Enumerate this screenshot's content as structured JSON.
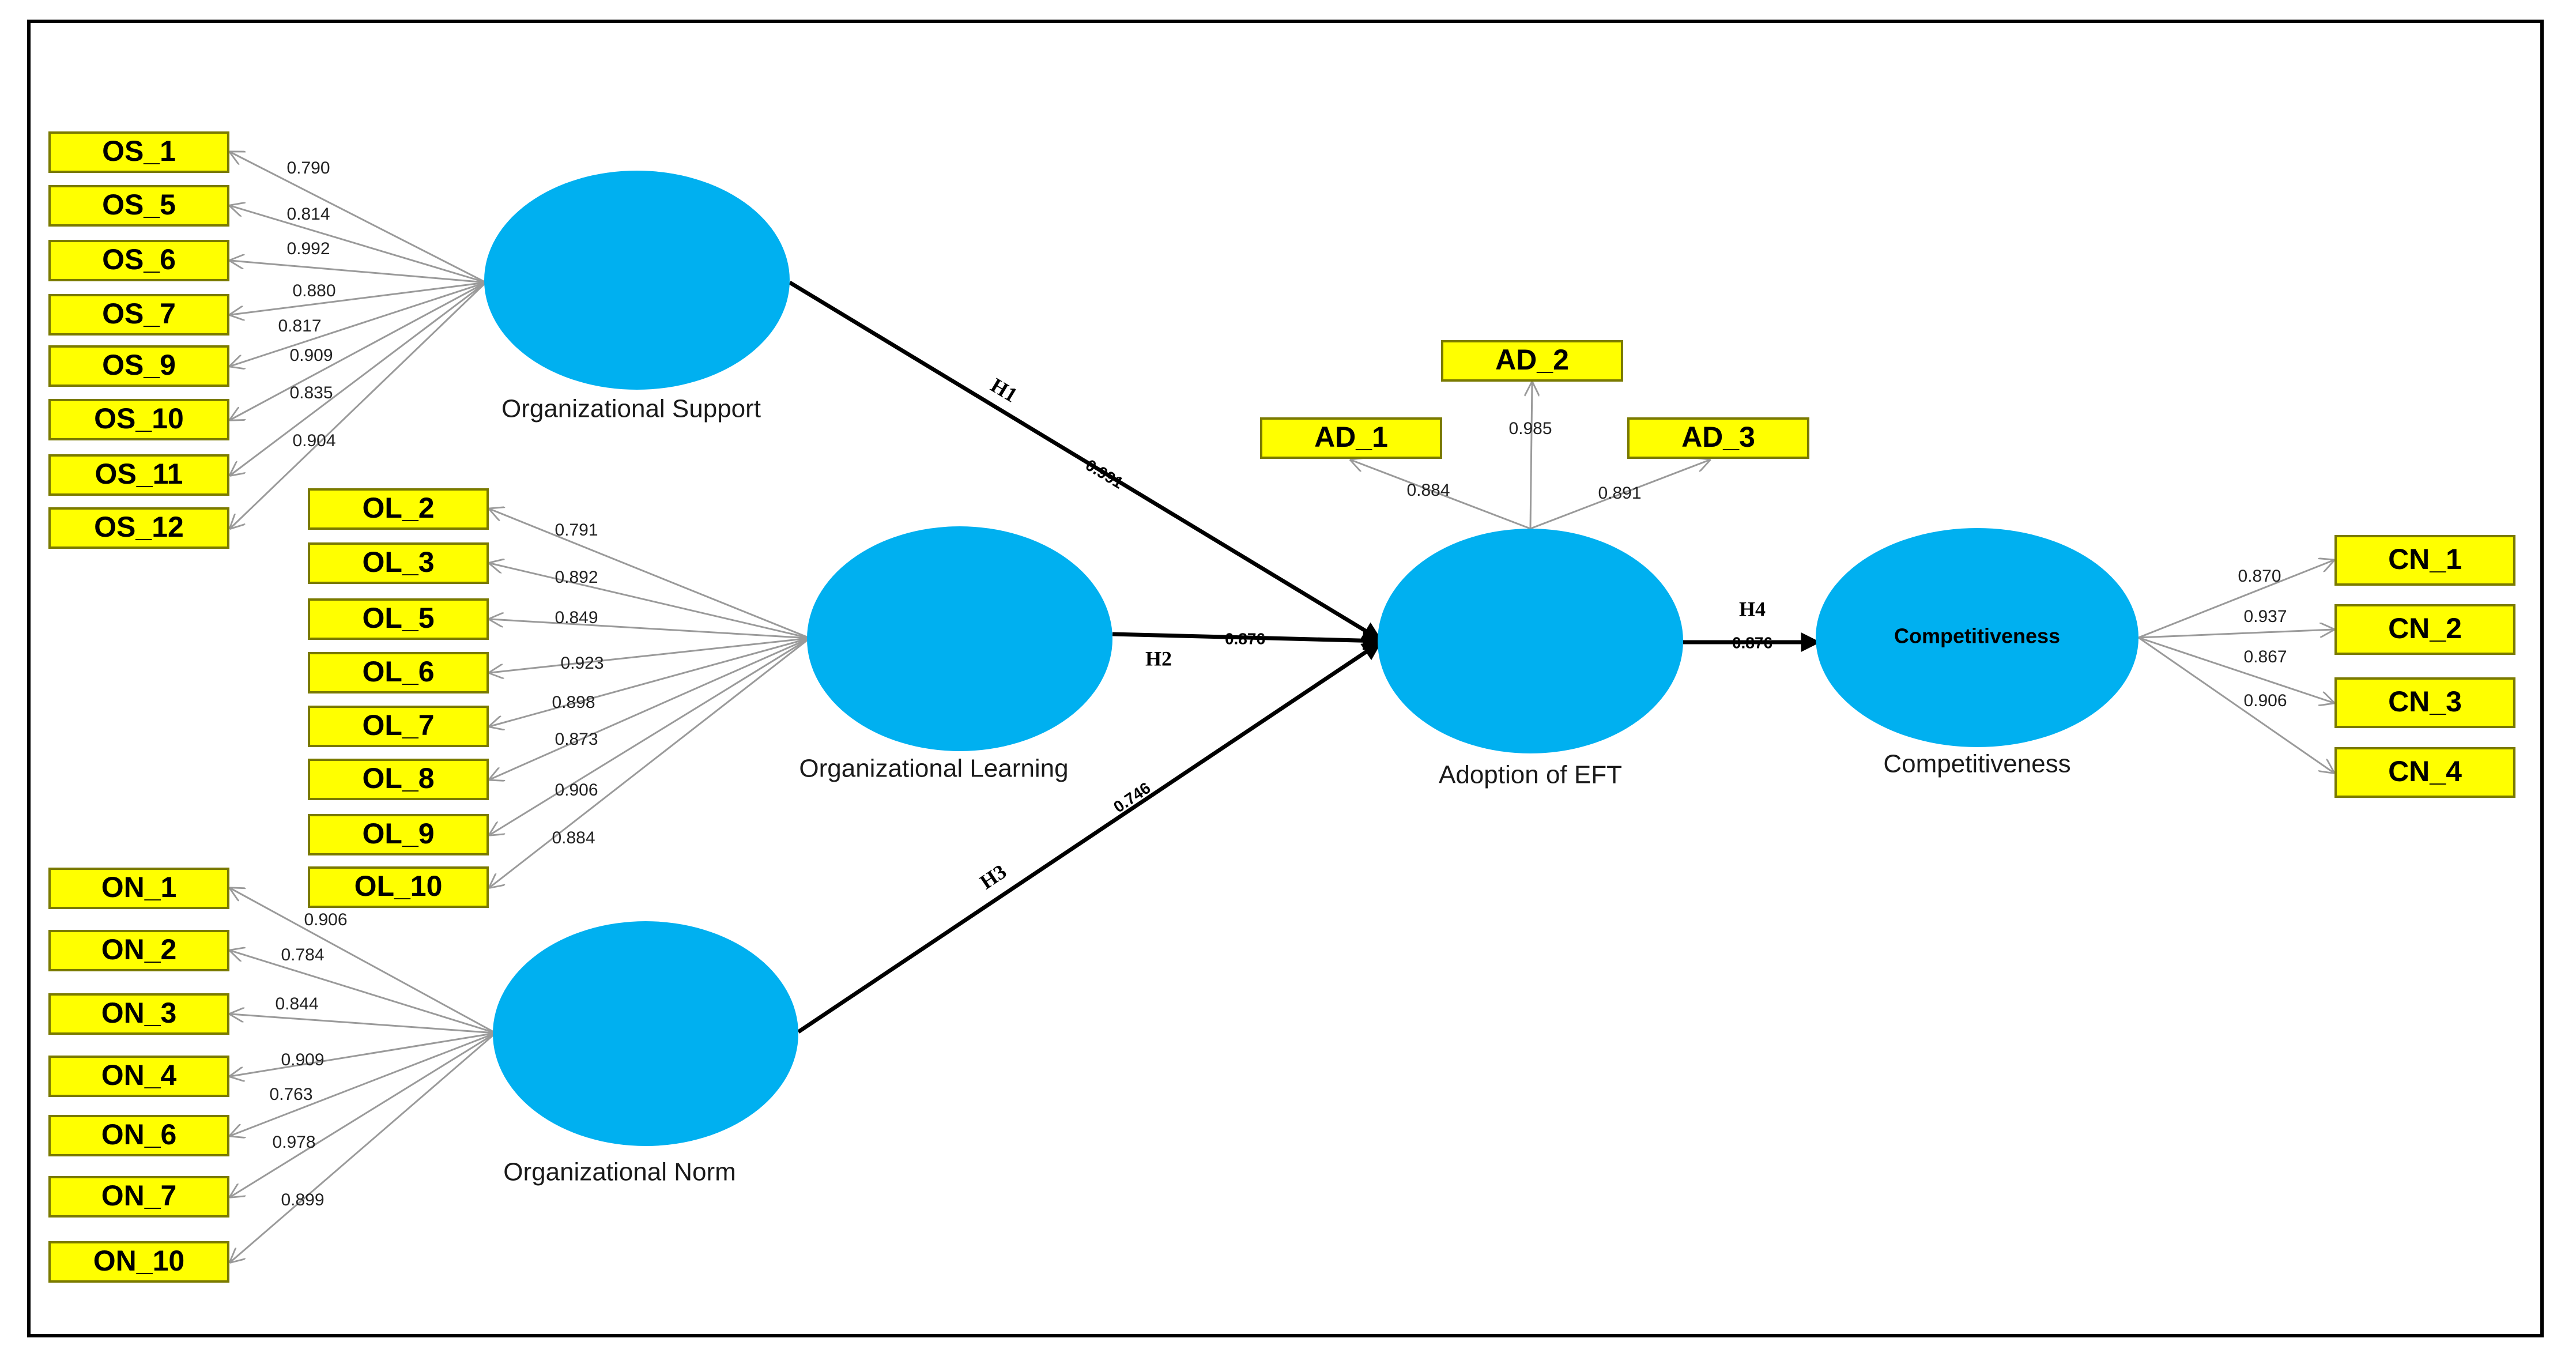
{
  "colors": {
    "construct_fill": "#00b0f0",
    "indicator_fill": "#ffff00",
    "frame": "#000000",
    "loading_line": "#9a9a9a",
    "path_line": "#000000"
  },
  "constructs": [
    {
      "id": "os",
      "label": "Organizational  Support",
      "inner": ""
    },
    {
      "id": "ol",
      "label": "Organizational  Learning",
      "inner": ""
    },
    {
      "id": "on",
      "label": "Organizational  Norm",
      "inner": ""
    },
    {
      "id": "ad",
      "label": "Adoption of EFT",
      "inner": ""
    },
    {
      "id": "cn",
      "label": "Competitiveness",
      "inner": "Competitiveness"
    }
  ],
  "indicators": {
    "os": [
      {
        "label": "OS_1",
        "loading": "0.790"
      },
      {
        "label": "OS_5",
        "loading": "0.814"
      },
      {
        "label": "OS_6",
        "loading": "0.992"
      },
      {
        "label": "OS_7",
        "loading": "0.880"
      },
      {
        "label": "OS_9",
        "loading": "0.817"
      },
      {
        "label": "OS_10",
        "loading": "0.909"
      },
      {
        "label": "OS_11",
        "loading": "0.835"
      },
      {
        "label": "OS_12",
        "loading": "0.904"
      }
    ],
    "ol": [
      {
        "label": "OL_2",
        "loading": "0.791"
      },
      {
        "label": "OL_3",
        "loading": "0.892"
      },
      {
        "label": "OL_5",
        "loading": "0.849"
      },
      {
        "label": "OL_6",
        "loading": "0.923"
      },
      {
        "label": "OL_7",
        "loading": "0.898"
      },
      {
        "label": "OL_8",
        "loading": "0.873"
      },
      {
        "label": "OL_9",
        "loading": "0.906"
      },
      {
        "label": "OL_10",
        "loading": "0.884"
      }
    ],
    "on": [
      {
        "label": "ON_1",
        "loading": "0.906"
      },
      {
        "label": "ON_2",
        "loading": "0.784"
      },
      {
        "label": "ON_3",
        "loading": "0.844"
      },
      {
        "label": "ON_4",
        "loading": "0.909"
      },
      {
        "label": "ON_6",
        "loading": "0.763"
      },
      {
        "label": "ON_7",
        "loading": "0.978"
      },
      {
        "label": "ON_10",
        "loading": "0.899"
      }
    ],
    "ad": [
      {
        "label": "AD_1",
        "loading": "0.884"
      },
      {
        "label": "AD_2",
        "loading": "0.985"
      },
      {
        "label": "AD_3",
        "loading": "0.891"
      }
    ],
    "cn": [
      {
        "label": "CN_1",
        "loading": "0.870"
      },
      {
        "label": "CN_2",
        "loading": "0.937"
      },
      {
        "label": "CN_3",
        "loading": "0.867"
      },
      {
        "label": "CN_4",
        "loading": "0.906"
      }
    ]
  },
  "paths": [
    {
      "from": "os",
      "to": "ad",
      "hypothesis": "H1",
      "coefficient": "0.991"
    },
    {
      "from": "ol",
      "to": "ad",
      "hypothesis": "H2",
      "coefficient": "0.876"
    },
    {
      "from": "on",
      "to": "ad",
      "hypothesis": "H3",
      "coefficient": "0.746"
    },
    {
      "from": "ad",
      "to": "cn",
      "hypothesis": "H4",
      "coefficient": "0.876"
    }
  ]
}
